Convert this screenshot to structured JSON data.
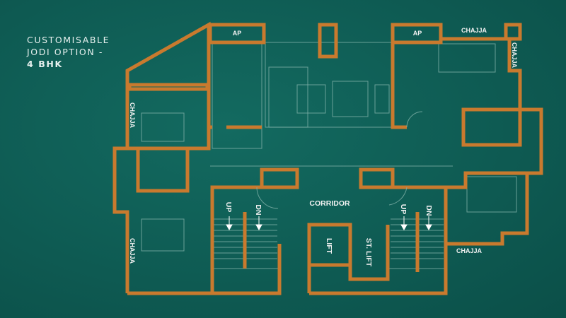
{
  "heading": {
    "line1": "CUSTOMISABLE",
    "line2": "JODI OPTION -",
    "line3": "4 BHK"
  },
  "labels": {
    "ap_left": "AP",
    "ap_right": "AP",
    "chajja_top": "CHAJJA",
    "chajja_right": "CHAJJA",
    "chajja_left_upper": "CHAJJA",
    "chajja_left_lower": "CHAJJA",
    "chajja_bottom": "CHAJJA",
    "corridor": "CORRIDOR",
    "lift": "LIFT",
    "st_lift": "ST. LIFT",
    "up": "UP",
    "dn": "DN"
  },
  "colors": {
    "background": "#0f5d55",
    "walls": "#c97a2e"
  }
}
